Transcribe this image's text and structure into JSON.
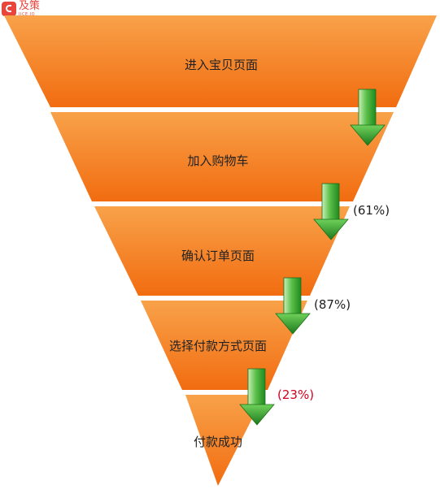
{
  "logo": {
    "name": "及策",
    "subtitle": "JICE.IO",
    "color": "#e8453c"
  },
  "funnel": {
    "stages": [
      {
        "label": "进入宝贝页面"
      },
      {
        "label": "加入购物车"
      },
      {
        "label": "确认订单页面"
      },
      {
        "label": "选择付款方式页面"
      },
      {
        "label": "付款成功"
      }
    ],
    "conversion_rates": [
      {
        "label": "",
        "alert": false
      },
      {
        "label": "(61%)",
        "alert": false
      },
      {
        "label": "(87%)",
        "alert": false
      },
      {
        "label": "(23%)",
        "alert": true
      }
    ],
    "colors": {
      "stage_top": "#f8a24a",
      "stage_bottom": "#f26c10",
      "arrow_light": "#c8efb9",
      "arrow_dark": "#1f8a1f",
      "arrow_stroke": "#1a6e1a",
      "alert_text": "#d0021b"
    }
  }
}
